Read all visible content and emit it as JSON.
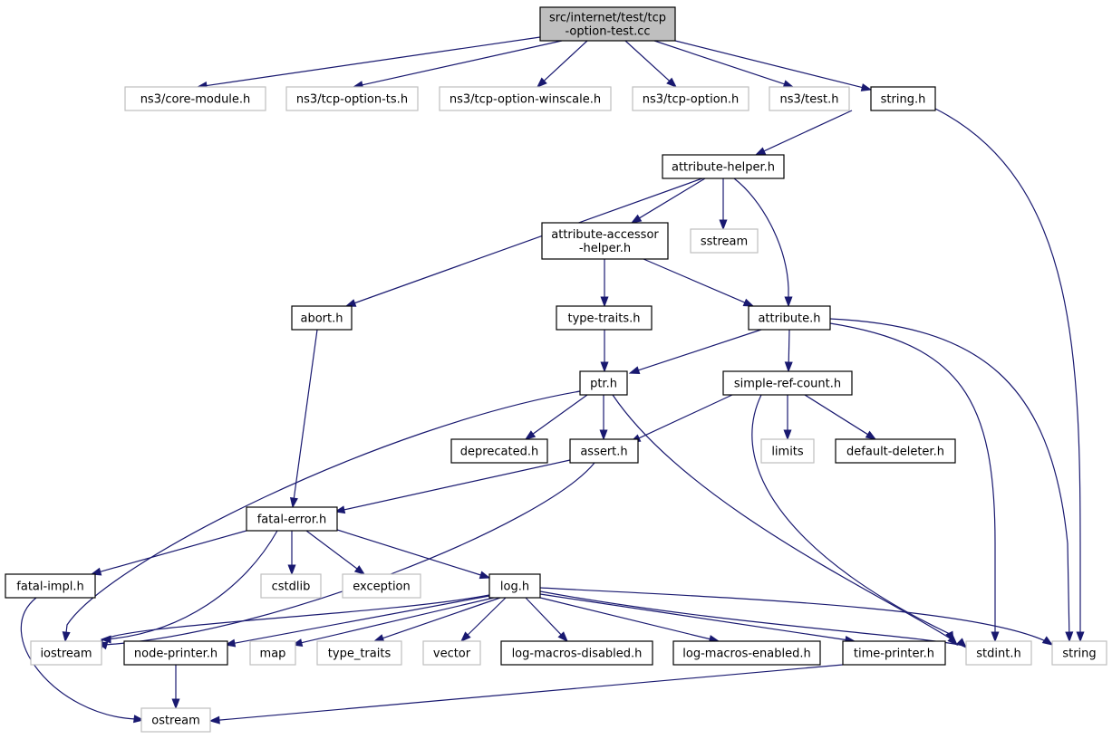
{
  "graph": {
    "nodes": [
      {
        "id": "root",
        "label": [
          "src/internet/test/tcp",
          "-option-test.cc"
        ],
        "kind": "root"
      },
      {
        "id": "coremod",
        "label": [
          "ns3/core-module.h"
        ],
        "kind": "external"
      },
      {
        "id": "tcpts",
        "label": [
          "ns3/tcp-option-ts.h"
        ],
        "kind": "external"
      },
      {
        "id": "tcpwin",
        "label": [
          "ns3/tcp-option-winscale.h"
        ],
        "kind": "external"
      },
      {
        "id": "tcpopt",
        "label": [
          "ns3/tcp-option.h"
        ],
        "kind": "external"
      },
      {
        "id": "test",
        "label": [
          "ns3/test.h"
        ],
        "kind": "external"
      },
      {
        "id": "stringh",
        "label": [
          "string.h"
        ],
        "kind": "local"
      },
      {
        "id": "attrhelper",
        "label": [
          "attribute-helper.h"
        ],
        "kind": "local"
      },
      {
        "id": "attracc",
        "label": [
          "attribute-accessor",
          "-helper.h"
        ],
        "kind": "local"
      },
      {
        "id": "sstream",
        "label": [
          "sstream"
        ],
        "kind": "external"
      },
      {
        "id": "abort",
        "label": [
          "abort.h"
        ],
        "kind": "local"
      },
      {
        "id": "typetraitsh",
        "label": [
          "type-traits.h"
        ],
        "kind": "local"
      },
      {
        "id": "attribute",
        "label": [
          "attribute.h"
        ],
        "kind": "local"
      },
      {
        "id": "ptr",
        "label": [
          "ptr.h"
        ],
        "kind": "local"
      },
      {
        "id": "simpleref",
        "label": [
          "simple-ref-count.h"
        ],
        "kind": "local"
      },
      {
        "id": "deprecated",
        "label": [
          "deprecated.h"
        ],
        "kind": "local"
      },
      {
        "id": "assert",
        "label": [
          "assert.h"
        ],
        "kind": "local"
      },
      {
        "id": "limits",
        "label": [
          "limits"
        ],
        "kind": "external"
      },
      {
        "id": "defdeleter",
        "label": [
          "default-deleter.h"
        ],
        "kind": "local"
      },
      {
        "id": "fatalerror",
        "label": [
          "fatal-error.h"
        ],
        "kind": "local"
      },
      {
        "id": "fatalimpl",
        "label": [
          "fatal-impl.h"
        ],
        "kind": "local"
      },
      {
        "id": "cstdlib",
        "label": [
          "cstdlib"
        ],
        "kind": "external"
      },
      {
        "id": "exception",
        "label": [
          "exception"
        ],
        "kind": "external"
      },
      {
        "id": "log",
        "label": [
          "log.h"
        ],
        "kind": "local"
      },
      {
        "id": "iostream",
        "label": [
          "iostream"
        ],
        "kind": "external"
      },
      {
        "id": "nodeprinter",
        "label": [
          "node-printer.h"
        ],
        "kind": "local"
      },
      {
        "id": "map",
        "label": [
          "map"
        ],
        "kind": "external"
      },
      {
        "id": "type_traits",
        "label": [
          "type_traits"
        ],
        "kind": "external"
      },
      {
        "id": "vector",
        "label": [
          "vector"
        ],
        "kind": "external"
      },
      {
        "id": "logmacdis",
        "label": [
          "log-macros-disabled.h"
        ],
        "kind": "local"
      },
      {
        "id": "logmacen",
        "label": [
          "log-macros-enabled.h"
        ],
        "kind": "local"
      },
      {
        "id": "timeprinter",
        "label": [
          "time-printer.h"
        ],
        "kind": "local"
      },
      {
        "id": "stdint",
        "label": [
          "stdint.h"
        ],
        "kind": "external"
      },
      {
        "id": "string",
        "label": [
          "string"
        ],
        "kind": "external"
      },
      {
        "id": "ostream",
        "label": [
          "ostream"
        ],
        "kind": "external"
      }
    ],
    "edges": [
      [
        "root",
        "coremod"
      ],
      [
        "root",
        "tcpts"
      ],
      [
        "root",
        "tcpwin"
      ],
      [
        "root",
        "tcpopt"
      ],
      [
        "root",
        "test"
      ],
      [
        "root",
        "stringh"
      ],
      [
        "stringh",
        "attrhelper"
      ],
      [
        "stringh",
        "string"
      ],
      [
        "attrhelper",
        "abort"
      ],
      [
        "attrhelper",
        "attracc"
      ],
      [
        "attrhelper",
        "sstream"
      ],
      [
        "attrhelper",
        "attribute"
      ],
      [
        "attracc",
        "typetraitsh"
      ],
      [
        "attracc",
        "attribute"
      ],
      [
        "abort",
        "fatalerror"
      ],
      [
        "typetraitsh",
        "ptr"
      ],
      [
        "attribute",
        "ptr"
      ],
      [
        "attribute",
        "simpleref"
      ],
      [
        "attribute",
        "stdint"
      ],
      [
        "attribute",
        "string"
      ],
      [
        "ptr",
        "deprecated"
      ],
      [
        "ptr",
        "assert"
      ],
      [
        "ptr",
        "iostream"
      ],
      [
        "ptr",
        "stdint"
      ],
      [
        "simpleref",
        "assert"
      ],
      [
        "simpleref",
        "limits"
      ],
      [
        "simpleref",
        "defdeleter"
      ],
      [
        "simpleref",
        "stdint"
      ],
      [
        "assert",
        "fatalerror"
      ],
      [
        "assert",
        "iostream"
      ],
      [
        "fatalerror",
        "fatalimpl"
      ],
      [
        "fatalerror",
        "iostream"
      ],
      [
        "fatalerror",
        "cstdlib"
      ],
      [
        "fatalerror",
        "exception"
      ],
      [
        "fatalerror",
        "log"
      ],
      [
        "fatalimpl",
        "ostream"
      ],
      [
        "log",
        "iostream"
      ],
      [
        "log",
        "nodeprinter"
      ],
      [
        "log",
        "map"
      ],
      [
        "log",
        "type_traits"
      ],
      [
        "log",
        "vector"
      ],
      [
        "log",
        "logmacdis"
      ],
      [
        "log",
        "logmacen"
      ],
      [
        "log",
        "timeprinter"
      ],
      [
        "log",
        "stdint"
      ],
      [
        "log",
        "string"
      ],
      [
        "nodeprinter",
        "ostream"
      ],
      [
        "timeprinter",
        "ostream"
      ]
    ]
  }
}
